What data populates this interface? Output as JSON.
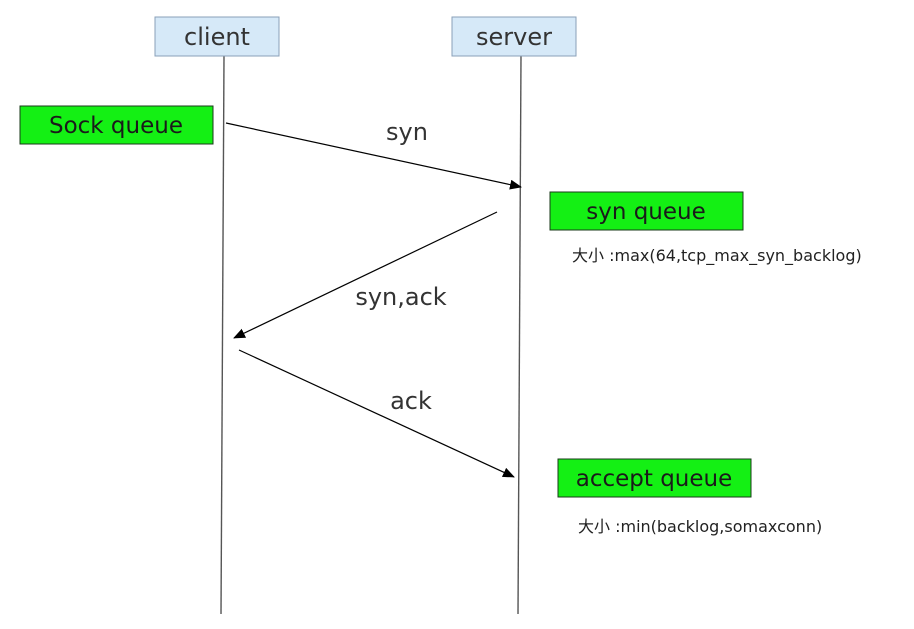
{
  "actors": {
    "client": "client",
    "server": "server"
  },
  "queues": {
    "sock": "Sock queue",
    "syn": "syn queue",
    "accept": "accept queue"
  },
  "messages": {
    "syn": "syn",
    "syn_ack": "syn,ack",
    "ack": "ack"
  },
  "notes": {
    "syn_size": "大小 :max(64,tcp_max_syn_backlog)",
    "accept_size": "大小 :min(backlog,somaxconn)"
  },
  "colors": {
    "actor_fill": "#d6e9f8",
    "queue_fill": "#14f014",
    "line": "#000000"
  }
}
